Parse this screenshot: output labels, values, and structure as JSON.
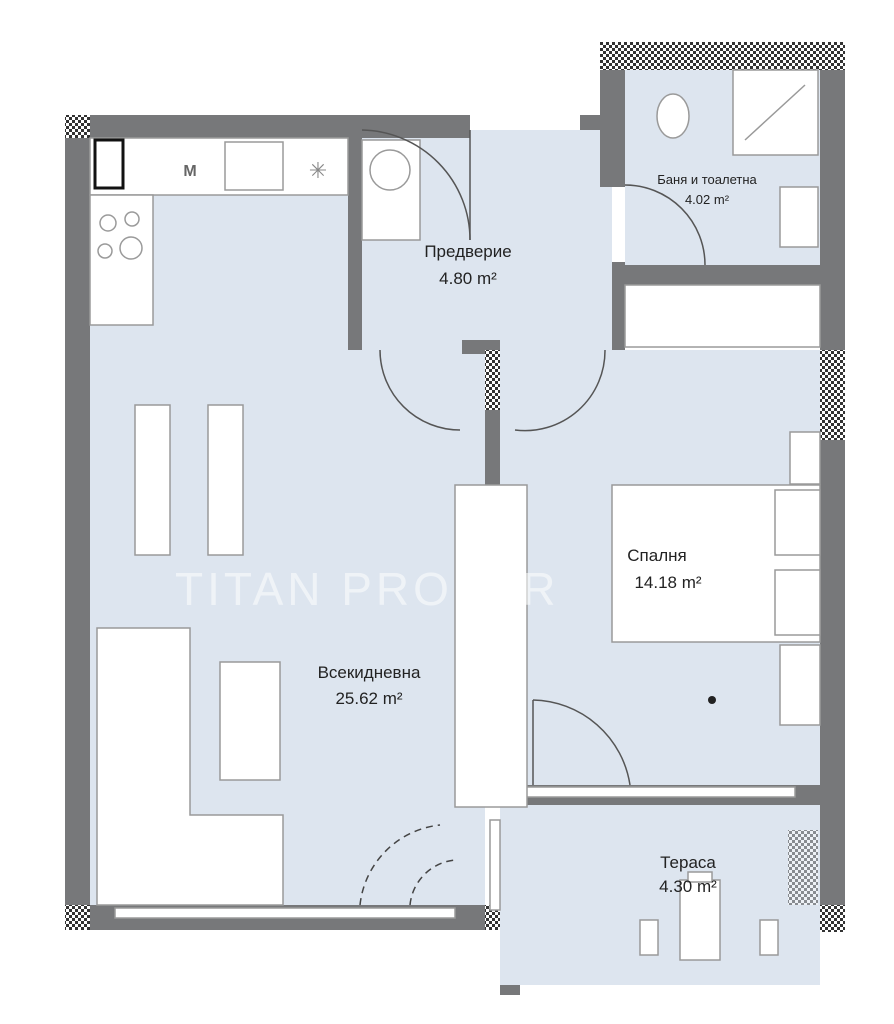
{
  "rooms": {
    "hallway": {
      "name": "Предверие",
      "area": "4.80 m²"
    },
    "bathroom": {
      "name": "Баня и тоалетна",
      "area": "4.02 m²"
    },
    "bedroom": {
      "name": "Спалня",
      "area": "14.18 m²"
    },
    "living": {
      "name": "Всекидневна",
      "area": "25.62 m²"
    },
    "terrace": {
      "name": "Тераса",
      "area": "4.30 m²"
    }
  },
  "kitchen": {
    "microwave_label": "M"
  },
  "watermark": "TITAN PROPER",
  "colors": {
    "wall": "#77787a",
    "floor": "#dde5ef"
  }
}
